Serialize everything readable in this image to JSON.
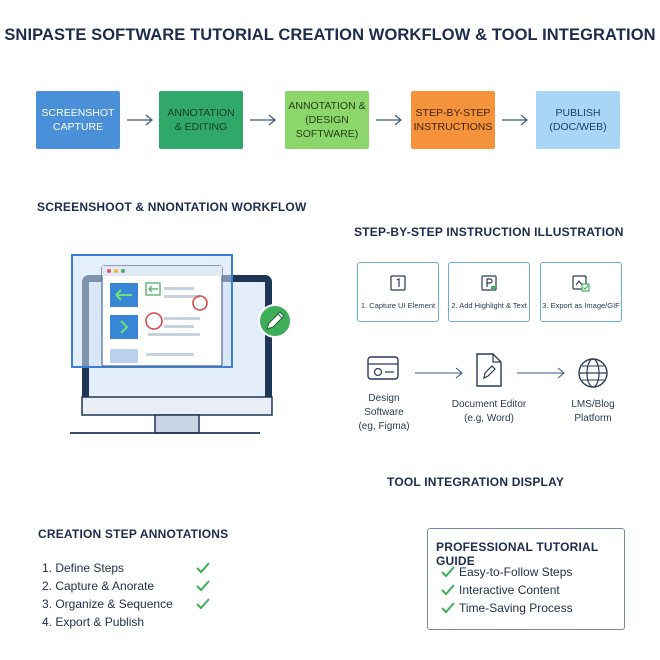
{
  "title": "SNIPASTE SOFTWARE TUTORIAL CREATION WORKFLOW & TOOL INTEGRATION",
  "flow": [
    {
      "label": "SCREENSHOT\nCAPTURE",
      "bg": "#4a90d9",
      "fg": "#ffffff"
    },
    {
      "label": "ANNOTATION\n& EDITING",
      "bg": "#2fa86a",
      "fg": "#173d28"
    },
    {
      "label": "ANNOTATION &\n(DESIGN SOFTWARE)",
      "bg": "#8dd66b",
      "fg": "#22401a"
    },
    {
      "label": "STEP-BY-STEP\nINSTRUCTIONS",
      "bg": "#f5933a",
      "fg": "#3f1f08"
    },
    {
      "label": "PUBLISH\n(DOC/WEB)",
      "bg": "#a9d6f6",
      "fg": "#1e3c58"
    }
  ],
  "sections": {
    "workflow": "SCREENSHOOT &  NNONTATION WORKFLOW",
    "instruction": "STEP-BY-STEP INSTRUCTION ILLUSTRATION",
    "tool_integration": "TOOL INTEGRATION DISPLAY",
    "creation_steps": "CREATION STEP ANNOTATIONS"
  },
  "instruction_cards": [
    {
      "label": "1. Capture UI Element",
      "icon": "capture-icon"
    },
    {
      "label": "2. Add Highlight & Text",
      "icon": "highlight-icon"
    },
    {
      "label": "3. Export as Image/GIF",
      "icon": "export-icon"
    }
  ],
  "tools": [
    {
      "label": "Design\nSoftware\n(eg, Figma)",
      "icon": "design-software-icon"
    },
    {
      "label": "Document Editor\n(e.g, Word)",
      "icon": "document-edit-icon"
    },
    {
      "label": "LMS/Blog\nPlatform",
      "icon": "globe-icon"
    }
  ],
  "creation_steps": [
    {
      "label": "1. Define Steps",
      "checked": true
    },
    {
      "label": "2. Capture & Anorate",
      "checked": true
    },
    {
      "label": "3. Organize & Sequence",
      "checked": true
    },
    {
      "label": "4. Export & Publish",
      "checked": false
    }
  ],
  "guide": {
    "title": "PROFESSIONAL TUTORIAL GUIDE",
    "items": [
      "Easy-to-Follow Steps",
      "Interactive Content",
      "Time-Saving Process"
    ]
  },
  "colors": {
    "check": "#3fae5a",
    "heading": "#1c2b4e",
    "arrow": "#3b5a80",
    "card_border": "#6aaed8"
  }
}
